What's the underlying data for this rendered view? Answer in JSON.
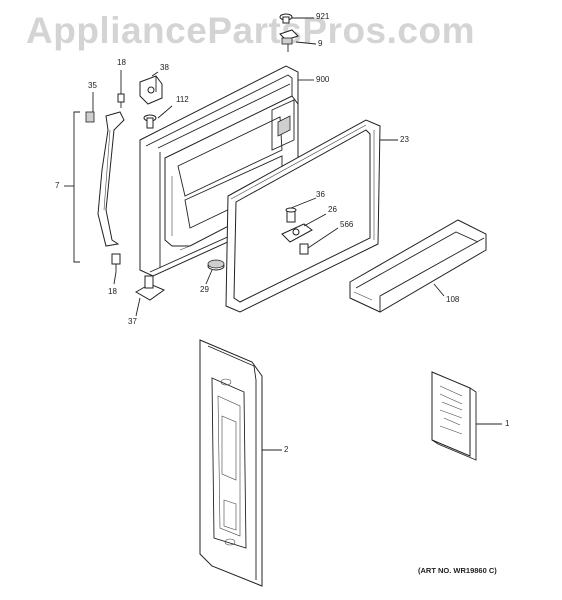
{
  "watermark": "AppliancePartsPros.com",
  "art_number": "(ART NO. WR19860 C)",
  "callouts": {
    "c921": "921",
    "c9": "9",
    "c900": "900",
    "c18a": "18",
    "c38": "38",
    "c35": "35",
    "c112": "112",
    "c23": "23",
    "c7": "7",
    "c36": "36",
    "c26": "26",
    "c566": "566",
    "c29": "29",
    "c108": "108",
    "c18b": "18",
    "c37": "37",
    "c2": "2",
    "c1": "1"
  }
}
